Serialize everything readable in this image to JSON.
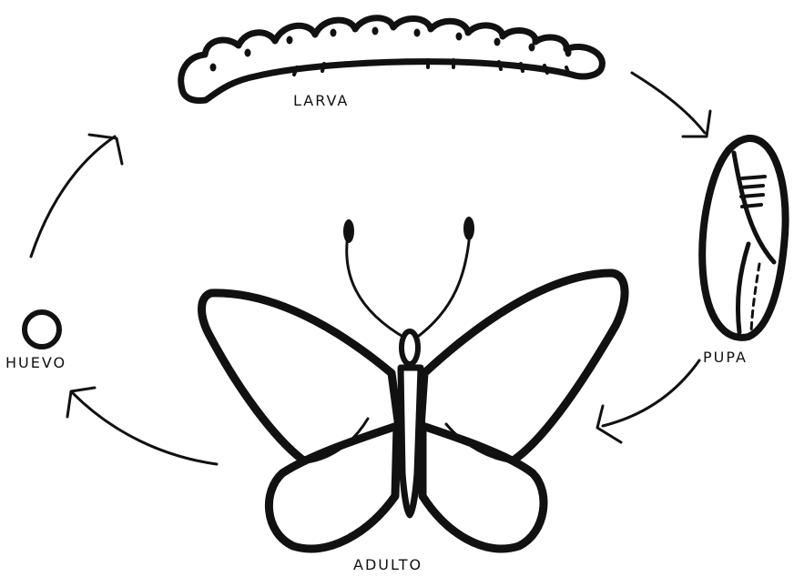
{
  "labels": {
    "larva": "LARVA",
    "pupa": "PUPA",
    "huevo": "HUEVO",
    "adulto": "ADULTO"
  },
  "colors": {
    "ink": "#111111",
    "paper": "#ffffff"
  }
}
